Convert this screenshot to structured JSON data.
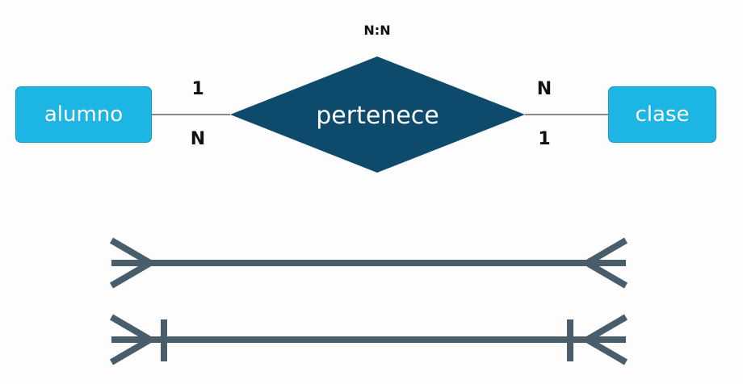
{
  "diagram": {
    "title": "N:N",
    "entities": {
      "left": "alumno",
      "right": "clase"
    },
    "relationship": "pertenece",
    "cardinality": {
      "left_top": "1",
      "left_bottom": "N",
      "right_top": "N",
      "right_bottom": "1"
    },
    "notation": [
      {
        "type": "many-to-many"
      },
      {
        "type": "one-or-many-to-one-or-many"
      }
    ]
  },
  "colors": {
    "entity_fill": "#1db5e3",
    "relationship_fill": "#0d4a6b",
    "connector_line": "#888888",
    "notation_line": "#4a5d6b",
    "text_dark": "#111111",
    "text_light": "#ffffff"
  }
}
